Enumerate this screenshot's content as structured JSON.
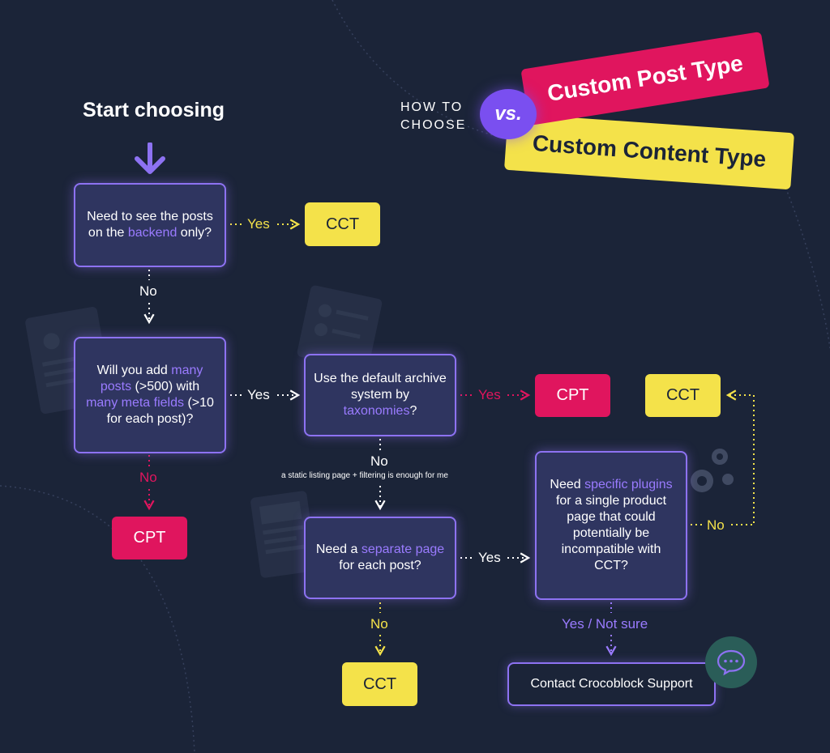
{
  "header": {
    "start": "Start choosing",
    "how_to_line1": "HOW TO",
    "how_to_line2": "CHOOSE",
    "vs": "vs.",
    "banner_cpt": "Custom Post Type",
    "banner_cct": "Custom Content Type"
  },
  "questions": {
    "q1": {
      "pre": "Need to see the posts on the ",
      "hl": "backend",
      "post": " only?"
    },
    "q2": {
      "t1": "Will you add ",
      "h1": "many posts",
      "t2": " (>500) with ",
      "h2": "many meta fields",
      "t3": " (>10 for each post)?"
    },
    "q3": {
      "pre": "Use the default archive system by ",
      "hl": "taxonomies",
      "post": "?"
    },
    "q4": {
      "pre": "Need a ",
      "hl": "separate page",
      "post": " for each post?"
    },
    "q5": {
      "pre": "Need ",
      "hl": "specific plugins",
      "post": " for a single product page that could potentially be incompatible with CCT?"
    }
  },
  "results": {
    "cct_1": "CCT",
    "cpt_1": "CPT",
    "cpt_2": "CPT",
    "cct_2": "CCT",
    "cct_3": "CCT",
    "support": "Contact Crocoblock Support"
  },
  "labels": {
    "q1_yes": "Yes",
    "q1_no": "No",
    "q2_yes": "Yes",
    "q2_no": "No",
    "q3_yes": "Yes",
    "q3_no": "No",
    "q3_note": "a static listing page + filtering is enough for me",
    "q4_yes": "Yes",
    "q4_no": "No",
    "q5_no": "No",
    "q5_yes": "Yes / Not sure"
  },
  "colors": {
    "background": "#1b2438",
    "node_fill": "#2f3560",
    "node_border": "#8d72f2",
    "highlight": "#9a7bff",
    "cct_yellow": "#f4e24a",
    "cpt_pink": "#e0155e",
    "chat_teal": "#2a5d58"
  },
  "icons": [
    "arrow-down-icon",
    "gears-icon",
    "chat-bubble-icon"
  ]
}
